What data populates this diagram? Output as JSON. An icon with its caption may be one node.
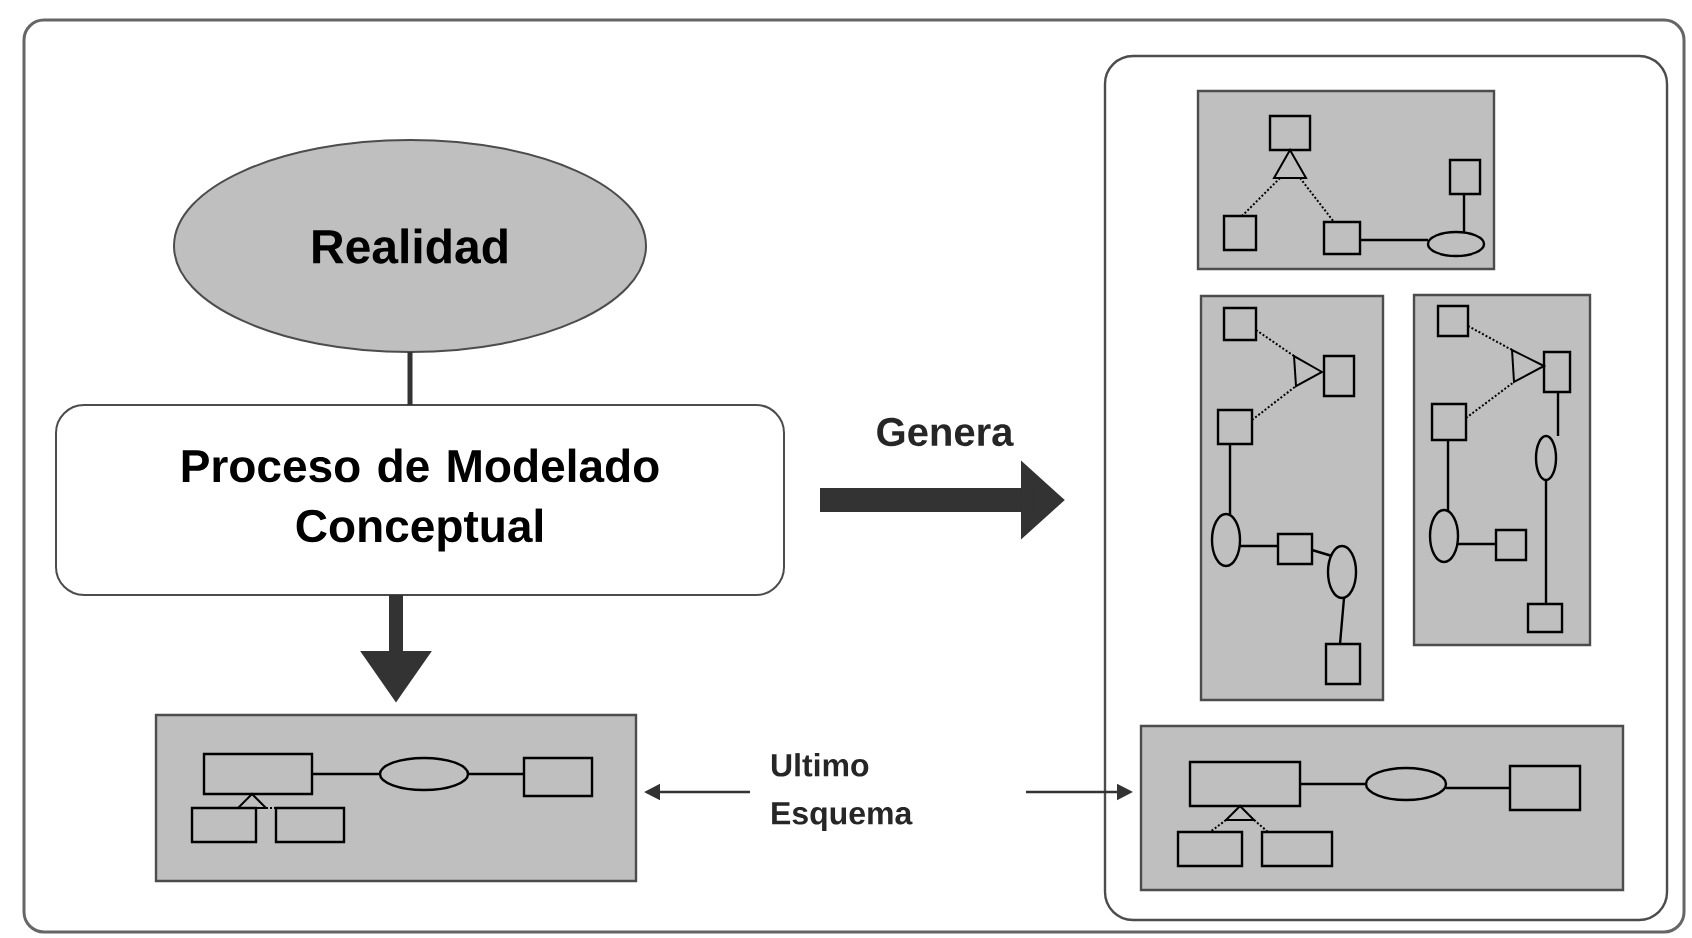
{
  "diagram": {
    "nodes": [
      {
        "text": [
          "Realidad"
        ]
      },
      {
        "text": [
          "Proceso de Modelado Conceptual"
        ]
      },
      {
        "text": [],
        "shape": "box"
      },
      {
        "text": [],
        "shape": "box"
      },
      {
        "text": [],
        "shape": "box",
        "in": 3
      },
      {
        "text": [],
        "shape": "box",
        "in": 3
      },
      {
        "text": [],
        "shape": "box",
        "in": 3
      },
      {
        "text": [],
        "shape": "box",
        "in": 3
      },
      {
        "text": [
          "Ultimo Esquema"
        ]
      }
    ],
    "edges": [
      {
        "from": 0,
        "to": 1,
        "arrow": "none"
      },
      {
        "from": 1,
        "to": 2,
        "arrow": "to",
        "style": "thick"
      },
      {
        "from": 1,
        "to": 3,
        "arrow": "to",
        "style": "thick",
        "label": "Genera"
      },
      {
        "from": 8,
        "to": 2,
        "arrow": "to"
      },
      {
        "from": 8,
        "to": 7,
        "arrow": "to"
      }
    ]
  }
}
